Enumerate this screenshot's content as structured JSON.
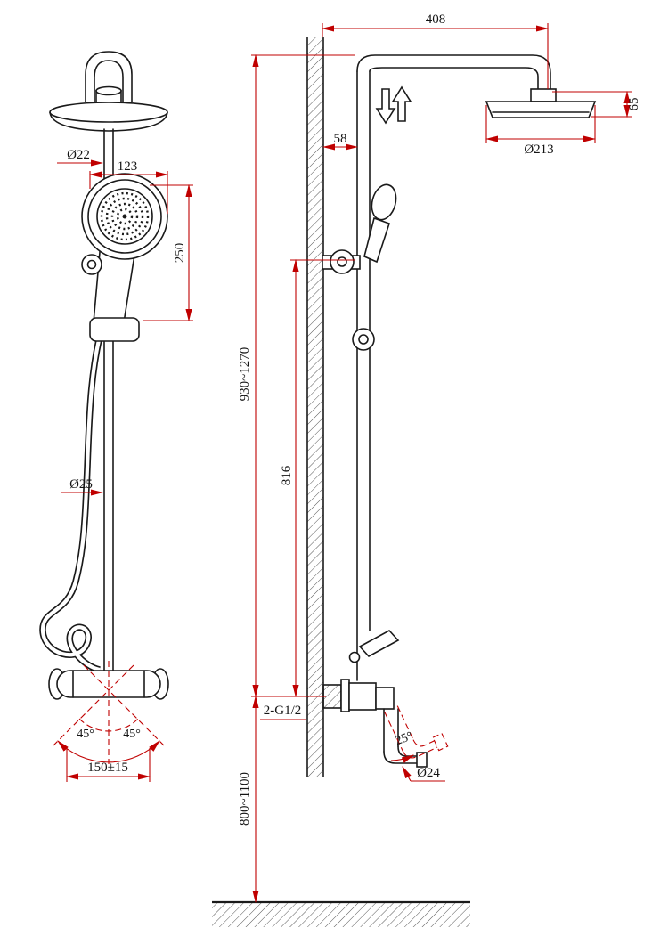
{
  "colors": {
    "dimension_red": "#c00000",
    "linework_black": "#1a1a1a",
    "background": "#ffffff"
  },
  "front_view": {
    "dims": {
      "pipe_top_diameter": "Ø22",
      "hand_shower_width": "123",
      "hand_shower_height": "250",
      "riser_diameter": "Ø25",
      "swivel_left": "45°",
      "swivel_right": "45°",
      "spout_length": "150±15"
    }
  },
  "side_view": {
    "dims": {
      "arm_reach": "408",
      "wall_offset": "58",
      "head_thickness": "65",
      "head_diameter": "Ø213",
      "overall_height": "930~1270",
      "riser_height": "816",
      "inlet_thread": "2-G1/2",
      "spout_angle": "25°",
      "spout_diameter": "Ø24",
      "install_height": "800~1100"
    }
  }
}
